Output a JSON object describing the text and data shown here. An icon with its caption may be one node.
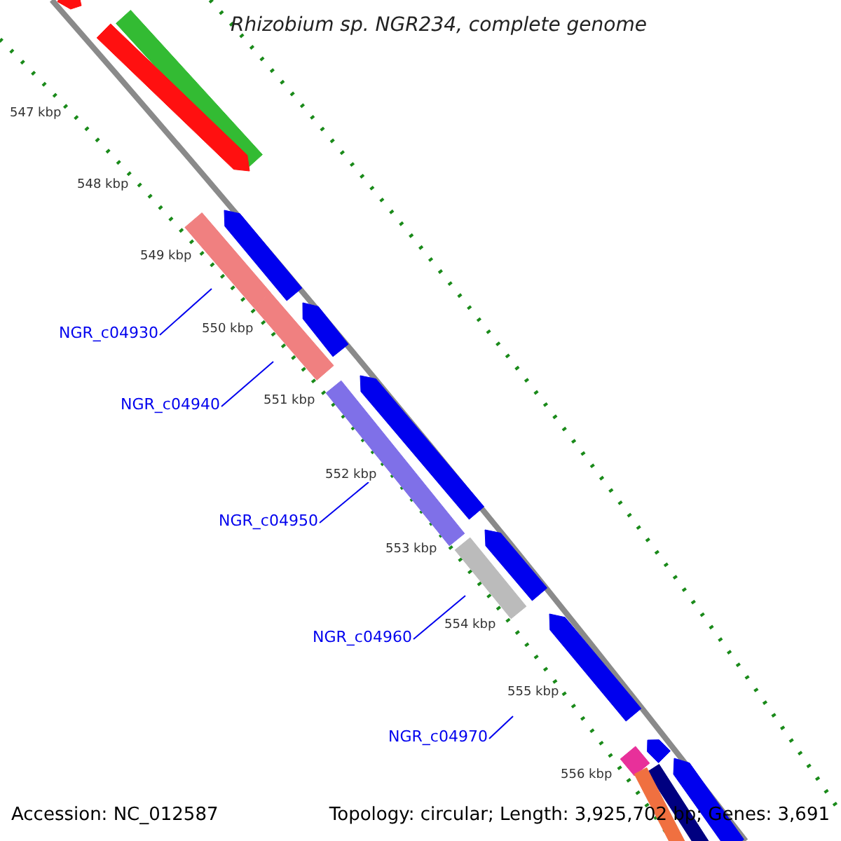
{
  "diagram": {
    "title": "Rhizobium sp. NGR234, complete genome",
    "nodes": [
      {
        "text": [],
        "shape": "bar"
      },
      {
        "text": [],
        "shape": "bar"
      },
      {
        "text": [],
        "shape": "bar"
      },
      {
        "text": [],
        "shape": "bar"
      },
      {
        "text": [],
        "shape": "bar"
      },
      {
        "text": [
          "NGR_c04930"
        ]
      },
      {
        "text": [],
        "shape": "bar"
      },
      {
        "text": [],
        "shape": "bar"
      },
      {
        "text": [
          "NGR_c04940"
        ]
      },
      {
        "text": [],
        "shape": "bar"
      },
      {
        "text": [],
        "shape": "bar"
      },
      {
        "text": [
          "NGR_c04950"
        ]
      },
      {
        "text": [],
        "shape": "bar"
      },
      {
        "text": [],
        "shape": "bar"
      },
      {
        "text": [
          "NGR_c04960"
        ]
      },
      {
        "text": [],
        "shape": "bar"
      },
      {
        "text": [
          "NGR_c04970"
        ]
      },
      {
        "text": [],
        "shape": "bar"
      },
      {
        "text": [],
        "shape": "bar"
      },
      {
        "text": [],
        "shape": "bar"
      },
      {
        "text": [],
        "shape": "bar"
      },
      {
        "text": [],
        "shape": "bar"
      }
    ],
    "edges": [
      {
        "from": 5,
        "to": 4,
        "arrow": "none"
      },
      {
        "from": 8,
        "to": 6,
        "arrow": "none"
      },
      {
        "from": 11,
        "to": 10,
        "arrow": "none"
      },
      {
        "from": 14,
        "to": 13,
        "arrow": "none"
      },
      {
        "from": 16,
        "to": null,
        "arrow": "none"
      }
    ],
    "labels": [
      "547 kbp",
      "548 kbp",
      "549 kbp",
      "550 kbp",
      "551 kbp",
      "552 kbp",
      "553 kbp",
      "554 kbp",
      "555 kbp",
      "556 kbp",
      "Accession: NC_012587",
      "Topology: circular; Length: 3,925,702 bp; Genes: 3,691"
    ]
  }
}
